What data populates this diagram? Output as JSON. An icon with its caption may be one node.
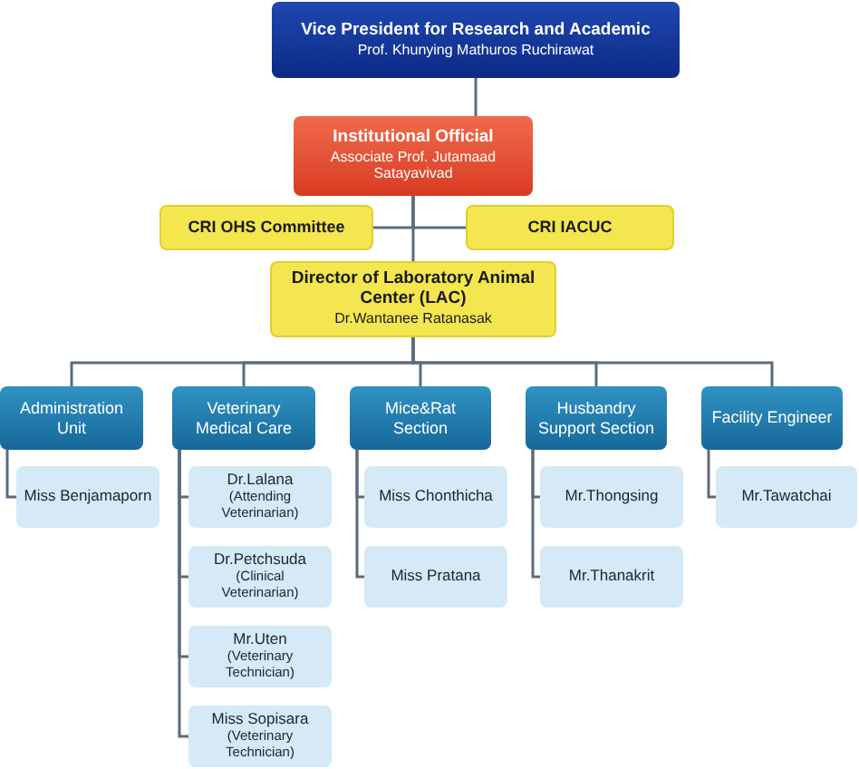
{
  "diagram": {
    "nodes": [
      {
        "text": [
          "Vice President for Research and Academic",
          "Prof. Khunying Mathuros Ruchirawat"
        ]
      },
      {
        "text": [
          "Institutional Official",
          "Associate Prof. Jutamaad Satayavivad"
        ]
      },
      {
        "text": [
          "CRI OHS Committee"
        ]
      },
      {
        "text": [
          "CRI IACUC"
        ]
      },
      {
        "text": [
          "Director of Laboratory Animal Center (LAC)",
          "Dr.Wantanee Ratanasak"
        ]
      },
      {
        "text": [
          "Administration Unit"
        ]
      },
      {
        "text": [
          "Veterinary Medical Care"
        ]
      },
      {
        "text": [
          "Mice&Rat Section"
        ]
      },
      {
        "text": [
          "Husbandry Support Section"
        ]
      },
      {
        "text": [
          "Facility Engineer"
        ]
      },
      {
        "text": [
          "Miss Benjamaporn"
        ]
      },
      {
        "text": [
          "Dr.Lalana",
          "(Attending Veterinarian)"
        ]
      },
      {
        "text": [
          "Dr.Petchsuda",
          "(Clinical Veterinarian)"
        ]
      },
      {
        "text": [
          "Mr.Uten",
          "(Veterinary Technician)"
        ]
      },
      {
        "text": [
          "Miss Sopisara",
          "(Veterinary Technician)"
        ]
      },
      {
        "text": [
          "Miss Chonthicha"
        ]
      },
      {
        "text": [
          "Miss Pratana"
        ]
      },
      {
        "text": [
          "Mr.Thongsing"
        ]
      },
      {
        "text": [
          "Mr.Thanakrit"
        ]
      },
      {
        "text": [
          "Mr.Tawatchai"
        ]
      }
    ],
    "edges": [
      {
        "from": 0,
        "to": 1,
        "arrow": "none"
      },
      {
        "from": 1,
        "to": 2,
        "arrow": "none"
      },
      {
        "from": 1,
        "to": 3,
        "arrow": "none"
      },
      {
        "from": 1,
        "to": 4,
        "arrow": "none"
      },
      {
        "from": 4,
        "to": 5,
        "arrow": "none"
      },
      {
        "from": 4,
        "to": 6,
        "arrow": "none"
      },
      {
        "from": 4,
        "to": 7,
        "arrow": "none"
      },
      {
        "from": 4,
        "to": 8,
        "arrow": "none"
      },
      {
        "from": 4,
        "to": 9,
        "arrow": "none"
      },
      {
        "from": 5,
        "to": 10,
        "arrow": "none"
      },
      {
        "from": 6,
        "to": 11,
        "arrow": "none"
      },
      {
        "from": 6,
        "to": 12,
        "arrow": "none"
      },
      {
        "from": 6,
        "to": 13,
        "arrow": "none"
      },
      {
        "from": 6,
        "to": 14,
        "arrow": "none"
      },
      {
        "from": 7,
        "to": 15,
        "arrow": "none"
      },
      {
        "from": 7,
        "to": 16,
        "arrow": "none"
      },
      {
        "from": 8,
        "to": 17,
        "arrow": "none"
      },
      {
        "from": 8,
        "to": 18,
        "arrow": "none"
      },
      {
        "from": 9,
        "to": 19,
        "arrow": "none"
      }
    ]
  }
}
